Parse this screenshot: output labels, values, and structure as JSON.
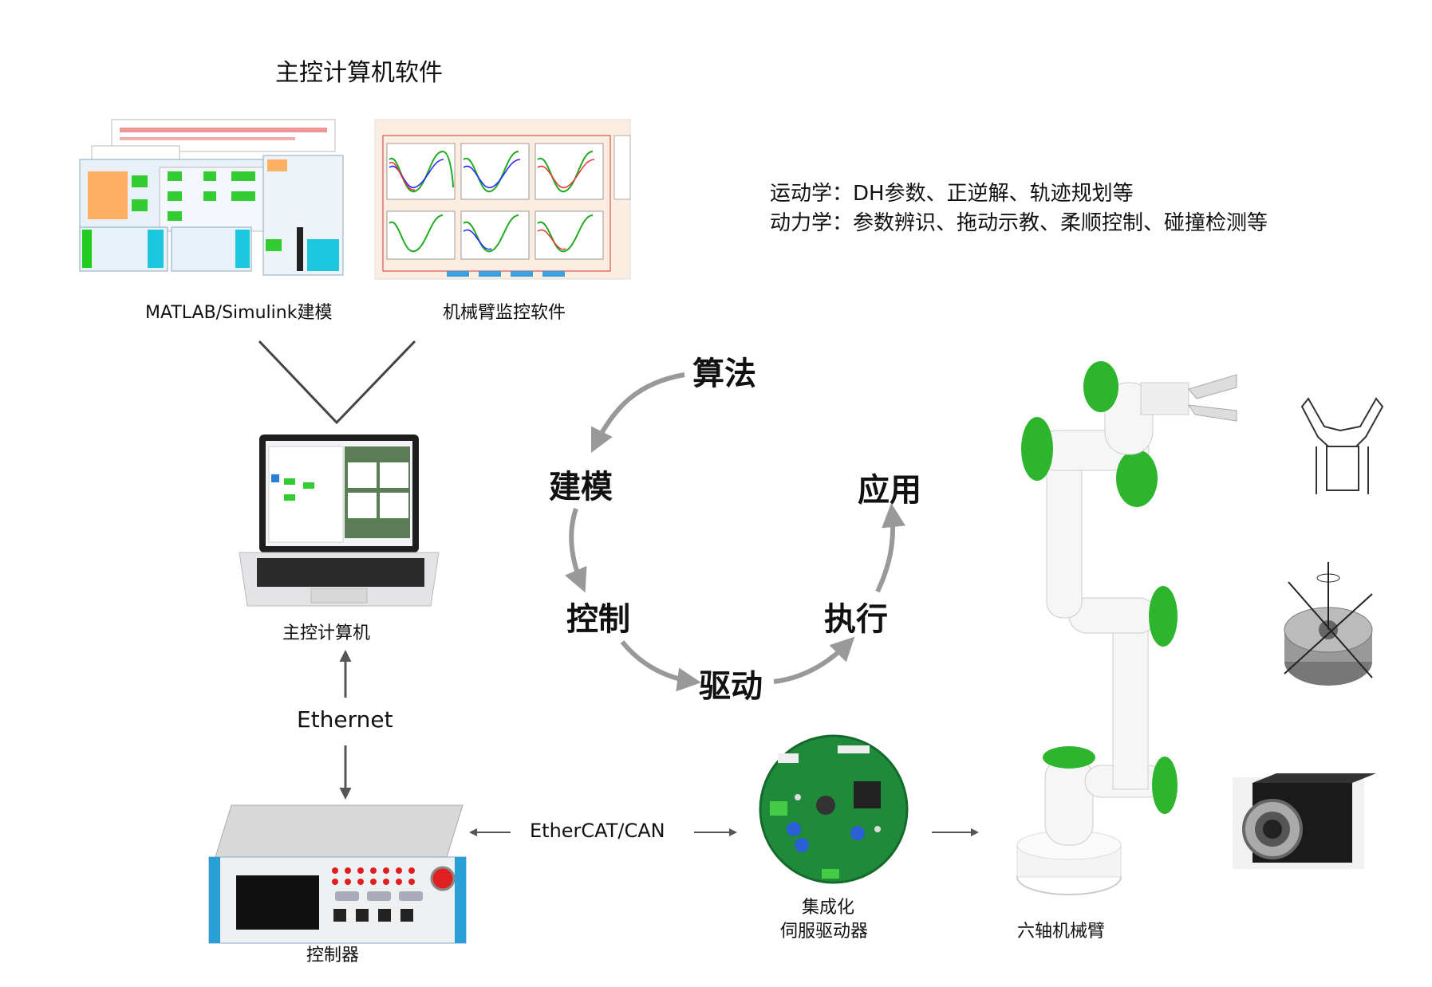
{
  "header": {
    "title": "主控计算机软件"
  },
  "software": {
    "matlab_label": "MATLAB/Simulink建模",
    "monitor_label": "机械臂监控软件"
  },
  "features": {
    "kinematics": "运动学：DH参数、正逆解、轨迹规划等",
    "dynamics": "动力学：参数辨识、拖动示教、柔顺控制、碰撞检测等"
  },
  "cycle": {
    "algorithm": "算法",
    "modeling": "建模",
    "application": "应用",
    "control": "控制",
    "execution": "执行",
    "drive": "驱动"
  },
  "devices": {
    "computer": "主控计算机",
    "ethernet": "Ethernet",
    "controller": "控制器",
    "ethercat": "EtherCAT/CAN",
    "servo_line1": "集成化",
    "servo_line2": "伺服驱动器",
    "robot_arm": "六轴机械臂"
  },
  "colors": {
    "accent_green": "#2db52d",
    "arrow_gray": "#999999",
    "controller_blue": "#2a9fd6",
    "stop_red": "#e02020"
  }
}
